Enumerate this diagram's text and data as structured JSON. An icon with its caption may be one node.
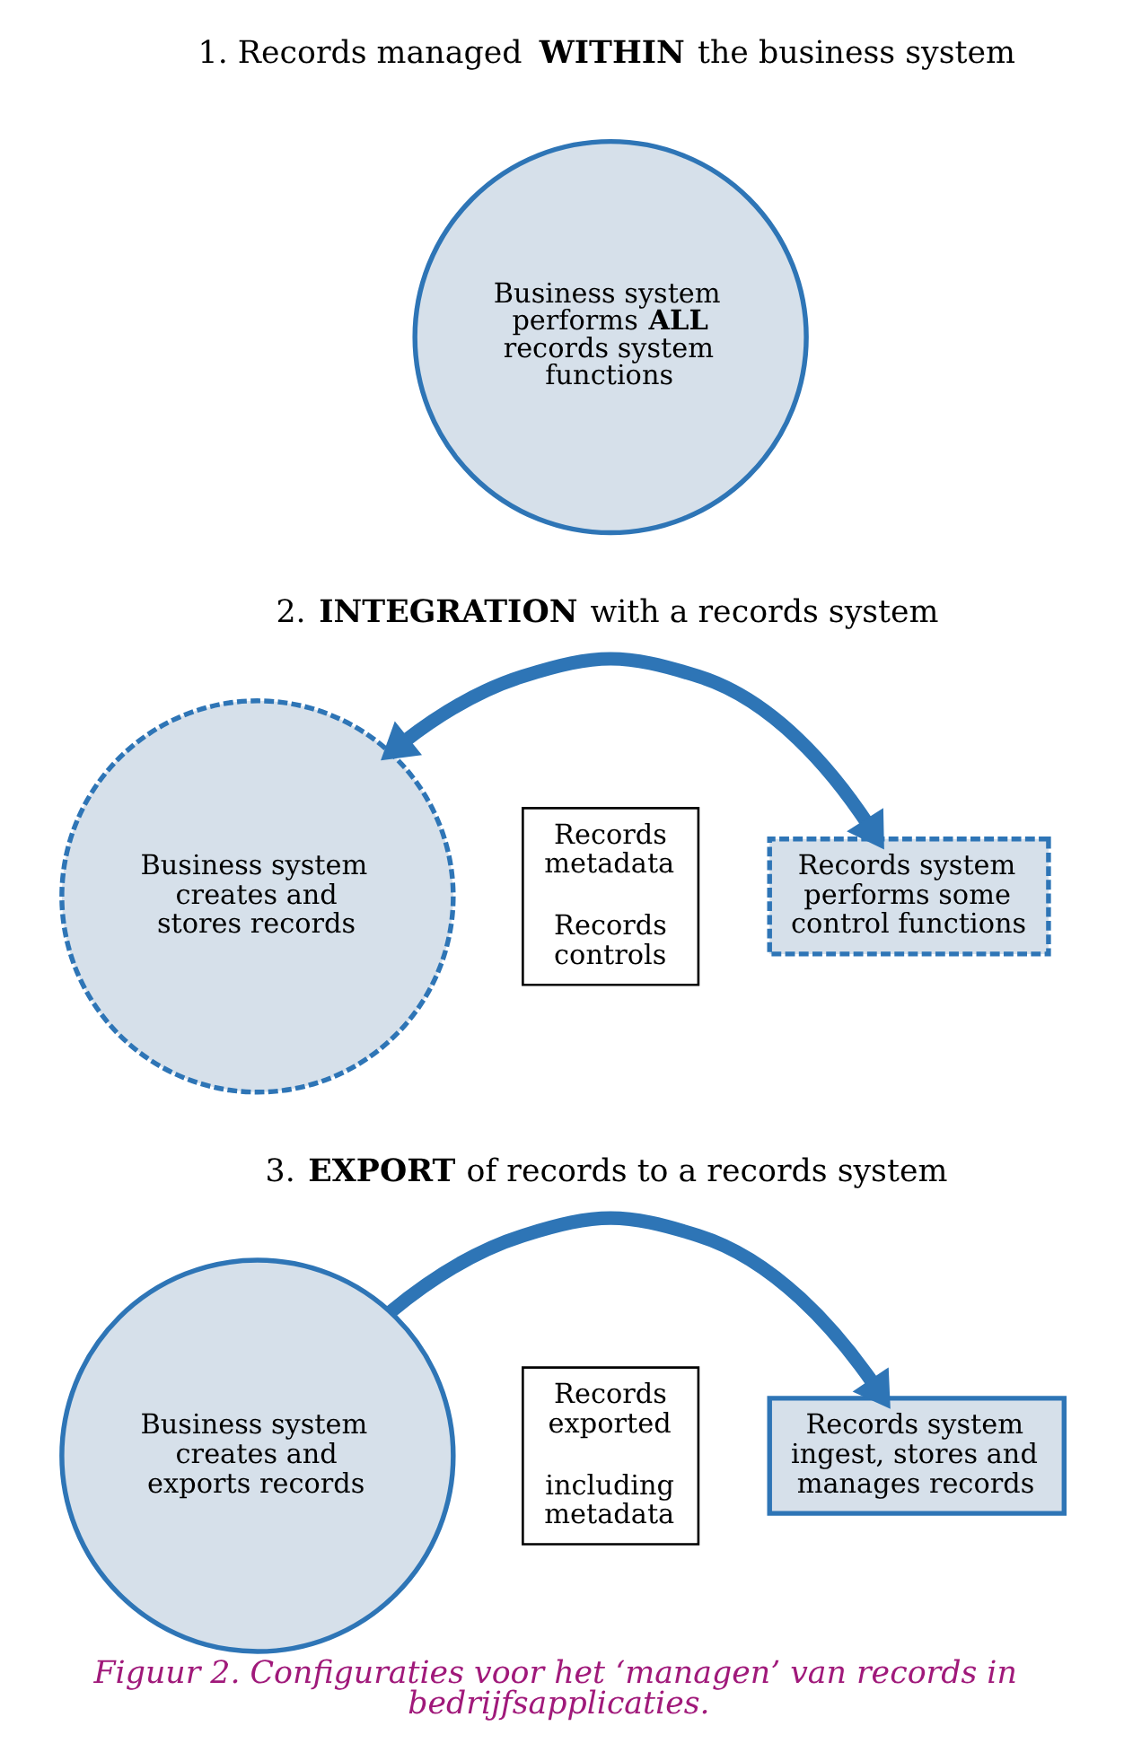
{
  "diagram": {
    "caption": "Figuur 2. Configuraties voor het ‘managen’ van records in bedrijfsapplicaties.",
    "nodes": [
      {
        "text": [
          "Business system performs **ALL** records system functions"
        ]
      },
      {
        "text": [
          "Business system creates and stores records"
        ]
      },
      {
        "text": [
          "Records metadata",
          "Records controls"
        ]
      },
      {
        "text": [
          "Records system performs some control functions"
        ]
      },
      {
        "text": [
          "Business system creates and exports records"
        ]
      },
      {
        "text": [
          "Records exported",
          "including metadata"
        ]
      },
      {
        "text": [
          "Records system ingest, stores and manages records"
        ]
      }
    ],
    "edges": [
      {
        "from": 1,
        "to": 3,
        "arrow": "both"
      },
      {
        "from": 4,
        "to": 6,
        "arrow": "to"
      }
    ],
    "labels": [
      "1. Records managed **WITHIN** the business system",
      "2. **INTEGRATION** with a records system",
      "3. **EXPORT** of records to a records system"
    ]
  }
}
